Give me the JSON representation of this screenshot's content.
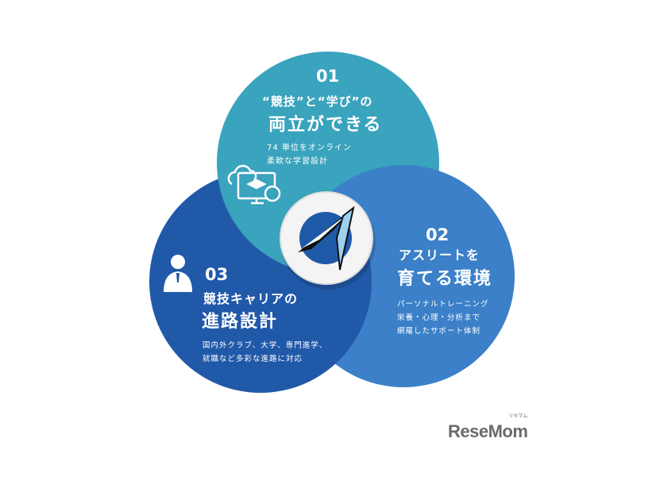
{
  "colors": {
    "circle01": "#3aa3bd",
    "circle02": "#3b80c8",
    "circle03": "#2159a9"
  },
  "items": [
    {
      "number": "01",
      "heading_line1": "“競技”と“学び”の",
      "heading_line2": "両立ができる",
      "desc": [
        "74 単位をオンライン",
        "柔軟な学習設計"
      ],
      "icon": "online-learning-icon"
    },
    {
      "number": "02",
      "heading_line1": "アスリートを",
      "heading_line2": "育てる環境",
      "desc": [
        "パーソナルトレーニング",
        "栄養・心理・分析まで",
        "網羅したサポート体制"
      ]
    },
    {
      "number": "03",
      "heading_line1": "競技キャリアの",
      "heading_line2": "進路設計",
      "desc": [
        "国内外クラブ、大学、専門進学、",
        "就職など多彩な進路に対応"
      ],
      "icon": "person-icon"
    }
  ],
  "brand": {
    "name": "ReseMom",
    "kana": "リセマム"
  }
}
